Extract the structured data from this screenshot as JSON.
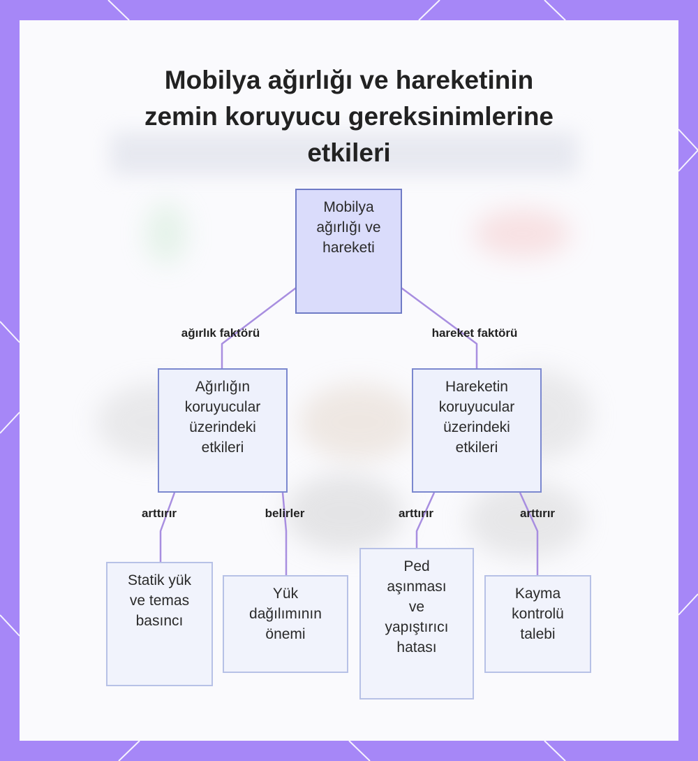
{
  "title_lines": [
    "Mobilya ağırlığı ve hareketinin",
    "zemin koruyucu gereksinimlerine",
    "etkileri"
  ],
  "nodes": {
    "root": [
      "Mobilya",
      "ağırlığı ve",
      "hareketi"
    ],
    "weight_effects": [
      "Ağırlığın",
      "koruyucular",
      "üzerindeki",
      "etkileri"
    ],
    "movement_effects": [
      "Hareketin",
      "koruyucular",
      "üzerindeki",
      "etkileri"
    ],
    "static_load": [
      "Statik yük",
      "ve temas",
      "basıncı"
    ],
    "load_distribution": [
      "Yük",
      "dağılımının",
      "önemi"
    ],
    "pad_wear": [
      "Ped",
      "aşınması",
      "ve",
      "yapıştırıcı",
      "hatası"
    ],
    "slide_control": [
      "Kayma",
      "kontrolü",
      "talebi"
    ]
  },
  "edge_labels": {
    "weight_factor": "ağırlık faktörü",
    "movement_factor": "hareket faktörü",
    "increases_1": "arttırır",
    "determines": "belirler",
    "increases_2": "arttırır",
    "increases_3": "arttırır"
  },
  "colors": {
    "frame": "#a687f7",
    "canvas": "#fafafd",
    "node_border": "#7b88cf",
    "root_fill": "#dadcfb",
    "node_fill": "#eef1fc",
    "edge": "#a88ee0"
  }
}
